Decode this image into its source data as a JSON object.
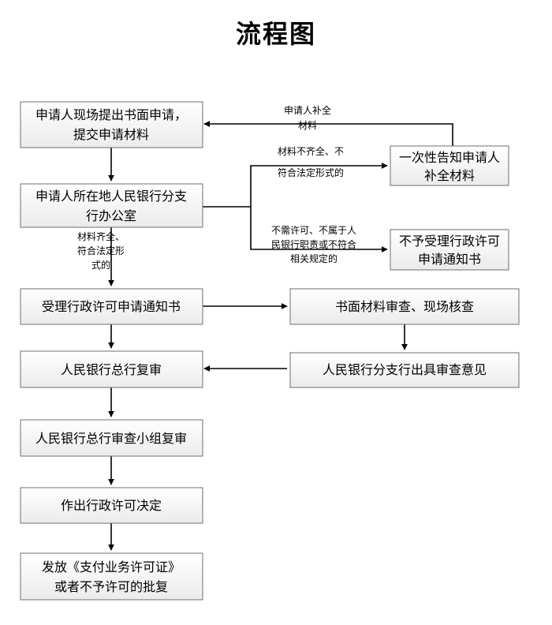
{
  "title": "流程图",
  "nodes": {
    "apply": [
      "申请人现场提出书面申请，",
      "提交申请材料"
    ],
    "branch": [
      "申请人所在地人民银行分支",
      "行办公室"
    ],
    "notify_supplement": [
      "一次性告知申请人",
      "补全材料"
    ],
    "reject_notice": [
      "不予受理行政许可",
      "申请通知书"
    ],
    "accept_notice": [
      "受理行政许可申请通知书"
    ],
    "review_onsite": [
      "书面材料审查、现场核查"
    ],
    "branch_opinion": [
      "人民银行分支行出具审查意见"
    ],
    "hq_review": [
      "人民银行总行复审"
    ],
    "group_review": [
      "人民银行总行审查小组复审"
    ],
    "decision": [
      "作出行政许可决定"
    ],
    "issue": [
      "发放《支付业务许可证》",
      "或者不予许可的批复"
    ]
  },
  "edge_labels": {
    "supplement": [
      "申请人补全",
      "材料"
    ],
    "incomplete": [
      "材料不齐全、不",
      "符合法定形式的"
    ],
    "not_required": [
      "不需许可、不属于人",
      "民银行职责或不符合",
      "相关规定的"
    ],
    "complete": [
      "材料齐全、",
      "符合法定形",
      "式的"
    ]
  }
}
